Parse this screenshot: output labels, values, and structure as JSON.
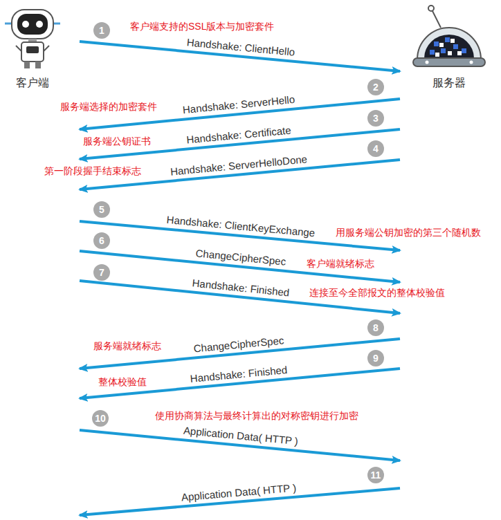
{
  "diagram": {
    "nodes": [
      {
        "text": [
          "客户端"
        ]
      },
      {
        "text": [
          "服务器"
        ]
      }
    ],
    "edges": [
      {
        "from": 0,
        "to": 1,
        "arrow": "to",
        "label": "Handshake: ClientHello"
      },
      {
        "from": 1,
        "to": 0,
        "arrow": "to",
        "label": "Handshake: ServerHello"
      },
      {
        "from": 1,
        "to": 0,
        "arrow": "to",
        "label": "Handshake: Certificate"
      },
      {
        "from": 1,
        "to": 0,
        "arrow": "to",
        "label": "Handshake: ServerHelloDone"
      },
      {
        "from": 0,
        "to": 1,
        "arrow": "to",
        "label": "Handshake: ClientKeyExchange"
      },
      {
        "from": 0,
        "to": 1,
        "arrow": "to",
        "label": "ChangeCipherSpec"
      },
      {
        "from": 0,
        "to": 1,
        "arrow": "to",
        "label": "Handshake: Finished"
      },
      {
        "from": 1,
        "to": 0,
        "arrow": "to",
        "label": "ChangeCipherSpec"
      },
      {
        "from": 1,
        "to": 0,
        "arrow": "to",
        "label": "Handshake: Finished"
      },
      {
        "from": 0,
        "to": 1,
        "arrow": "to",
        "label": "Application Data( HTTP )"
      },
      {
        "from": 1,
        "to": 0,
        "arrow": "to",
        "label": "Application Data( HTTP )"
      }
    ],
    "labels": [
      "1",
      "客户端支持的SSL版本与加密套件",
      "2",
      "服务端选择的加密套件",
      "3",
      "服务端公钥证书",
      "4",
      "第一阶段握手结束标志",
      "5",
      "用服务端公钥加密的第三个随机数",
      "6",
      "客户端就绪标志",
      "7",
      "连接至今全部报文的整体校验值",
      "8",
      "服务端就绪标志",
      "9",
      "整体校验值",
      "10",
      "使用协商算法与最终计算出的对称密钥进行加密",
      "11"
    ]
  }
}
